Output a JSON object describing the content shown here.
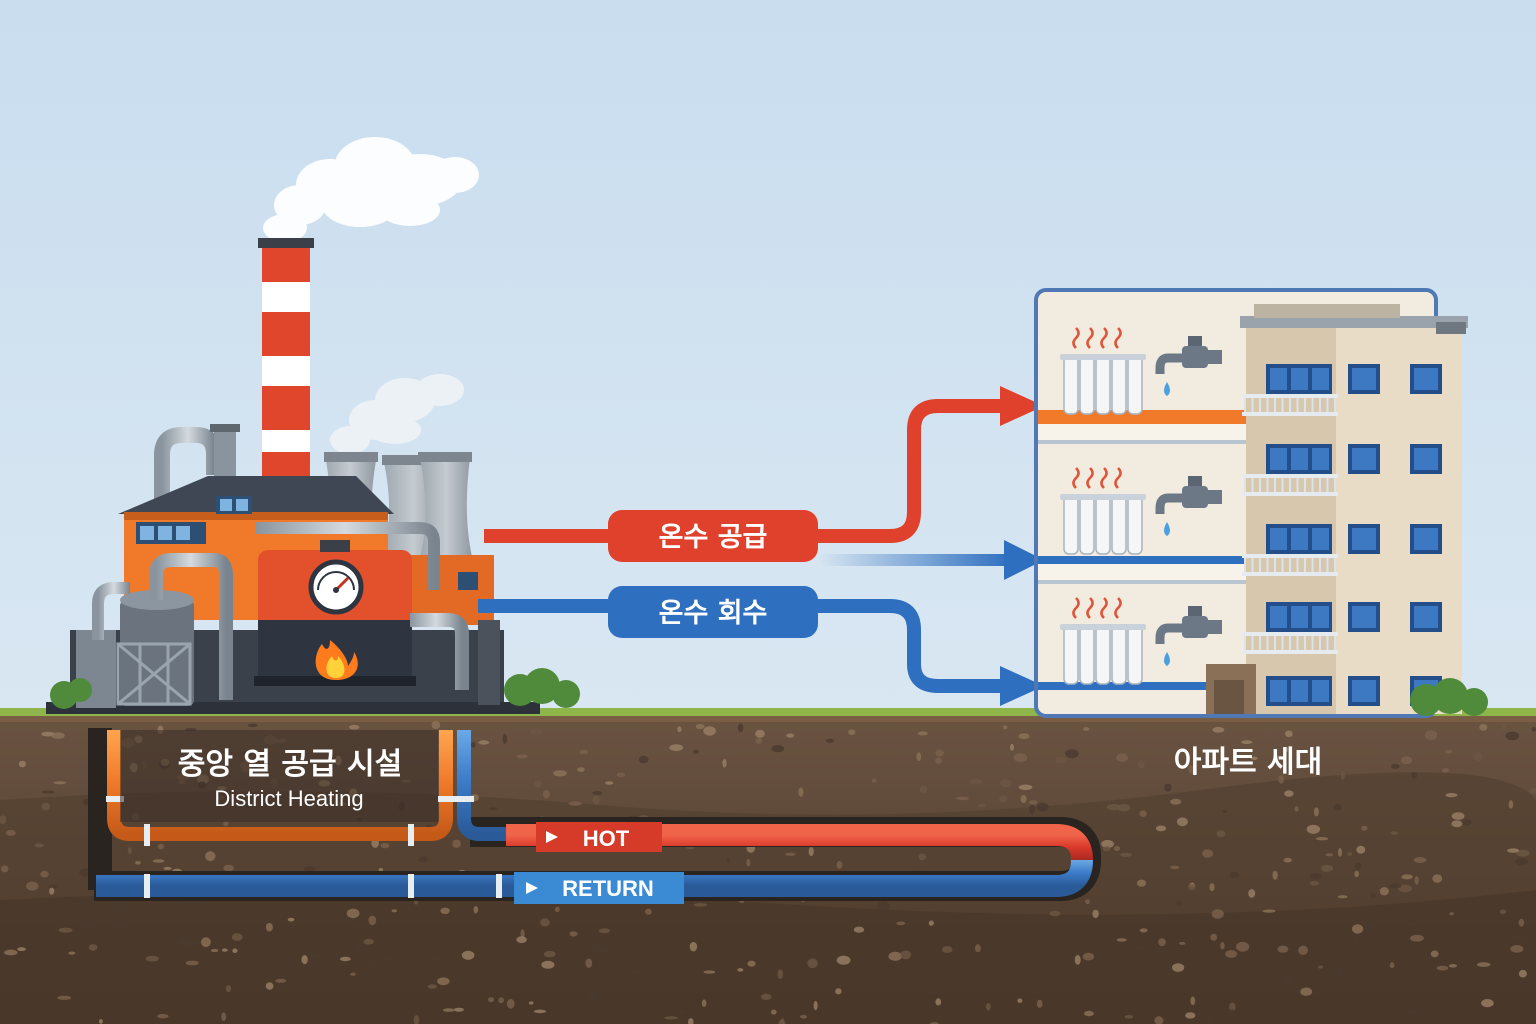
{
  "labels": {
    "supply": "온수 공급",
    "return": "온수 회수",
    "facility_kr": "중앙 열 공급 시설",
    "facility_en": "District Heating",
    "apartment": "아파트 세대",
    "hot_tag": "HOT",
    "return_tag": "RETURN"
  },
  "colors": {
    "sky": "#cfe1f0",
    "hot": "#e0412d",
    "cold": "#2f6fc0",
    "orange": "#f07a2a",
    "soil": "#5c4838",
    "grass": "#8fb64a"
  },
  "icons": [
    "flame-icon",
    "pressure-gauge-icon",
    "radiator-icon",
    "faucet-icon",
    "heat-wave-icon",
    "play-arrow-icon",
    "smoke-cloud-icon"
  ]
}
